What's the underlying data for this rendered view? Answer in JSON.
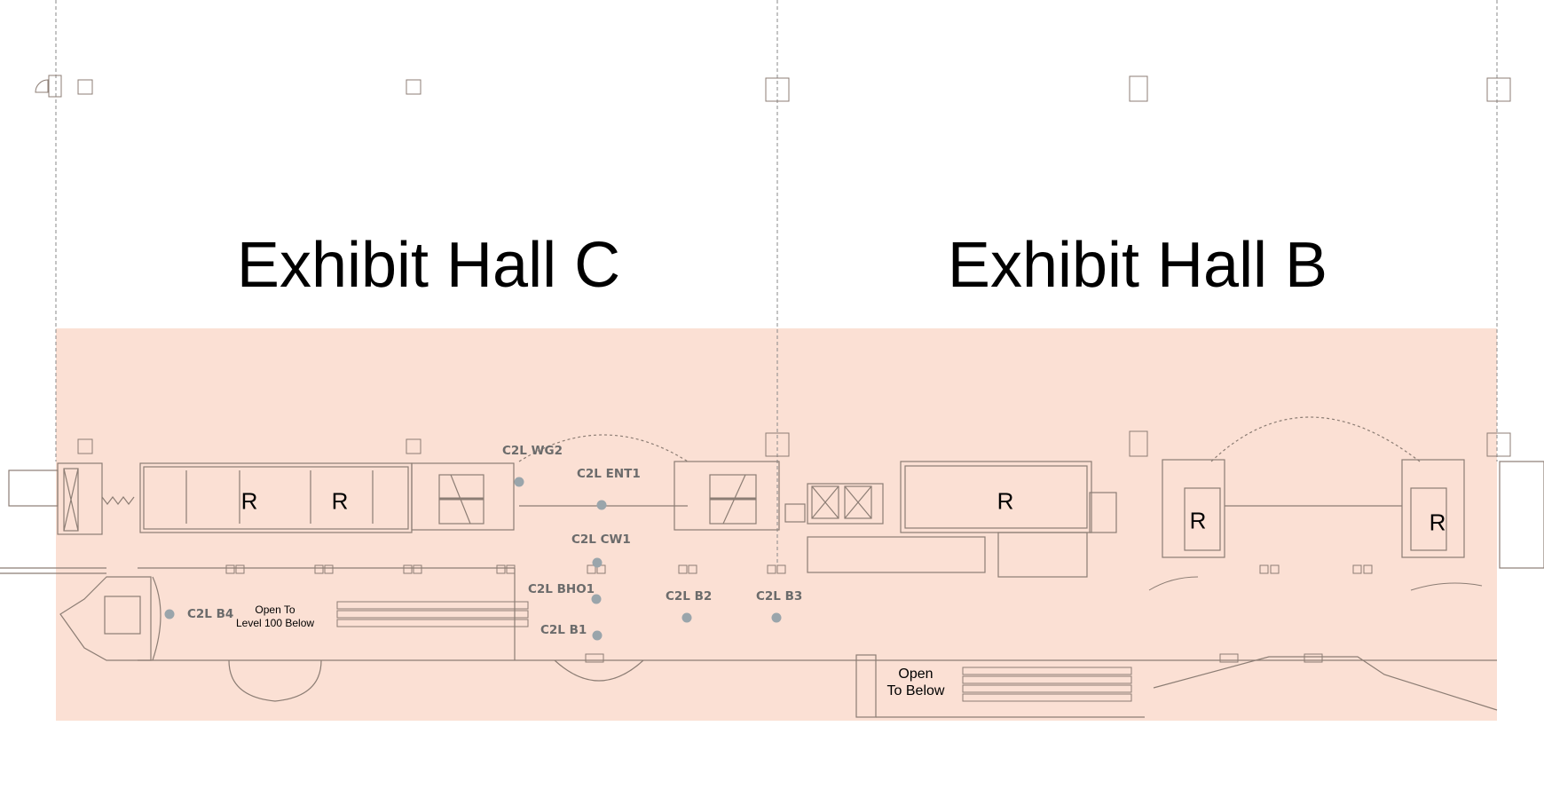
{
  "halls": [
    {
      "label": "Exhibit Hall C"
    },
    {
      "label": "Exhibit Hall B"
    }
  ],
  "highlight_color": "#fbe0d4",
  "dot_color": "#9aa5ab",
  "zones": [
    {
      "label": "C2L WG2"
    },
    {
      "label": "C2L ENT1"
    },
    {
      "label": "C2L CW1"
    },
    {
      "label": "C2L BHO1"
    },
    {
      "label": "C2L B1"
    },
    {
      "label": "C2L B2"
    },
    {
      "label": "C2L B3"
    },
    {
      "label": "C2L B4"
    }
  ],
  "restroom_label": "R",
  "notes": {
    "open_level_100_line1": "Open To",
    "open_level_100_line2": "Level 100 Below",
    "open_below_line1": "Open",
    "open_below_line2": "To Below"
  }
}
